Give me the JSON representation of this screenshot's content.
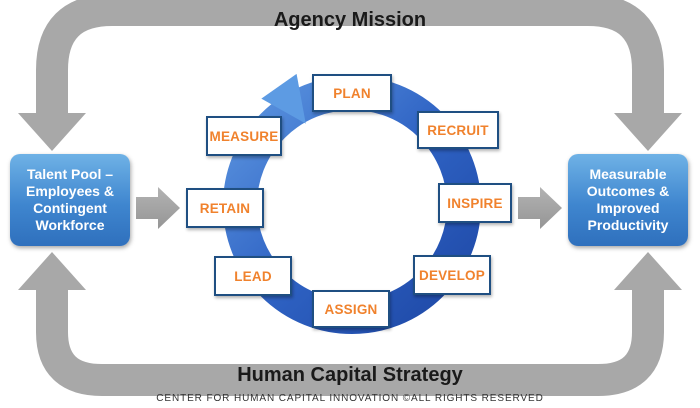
{
  "diagram": {
    "title_top": "Agency Mission",
    "title_bottom": "Human Capital Strategy",
    "footer": "CENTER FOR HUMAN CAPITAL INNOVATION ©ALL RIGHTS RESERVED",
    "input_box": "Talent Pool – Employees & Contingent Workforce",
    "output_box": "Measurable Outcomes & Improved Productivity",
    "cycle": {
      "plan": "PLAN",
      "recruit": "RECRUIT",
      "inspire": "INSPIRE",
      "develop": "DEVELOP",
      "assign": "ASSIGN",
      "lead": "LEAD",
      "retain": "RETAIN",
      "measure": "MEASURE"
    },
    "colors": {
      "outer_arrows": "#a6a6a6",
      "ring": "#3f78d1",
      "box_blue": "#4a90d9",
      "label_orange": "#f0822d"
    }
  }
}
